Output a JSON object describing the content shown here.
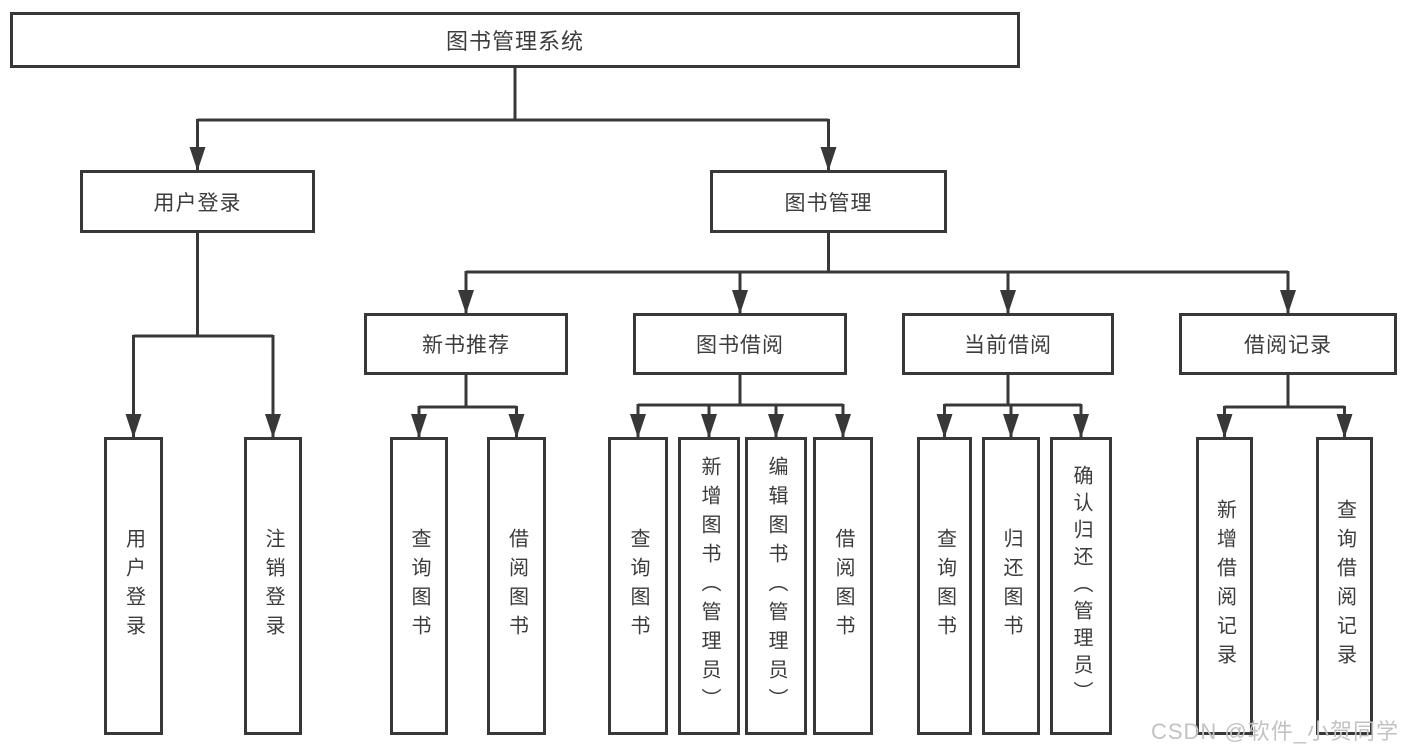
{
  "colors": {
    "background": "#ffffff",
    "line": "#383838",
    "box_border": "#383838",
    "text": "#3c3c3c",
    "watermark": "#c2c2c2"
  },
  "watermark": {
    "text": "CSDN @软件_小贺同学"
  },
  "tree": {
    "label": "图书管理系统",
    "children": [
      {
        "label": "用户登录",
        "children": [
          {
            "label": "用户登录"
          },
          {
            "label": "注销登录"
          }
        ]
      },
      {
        "label": "图书管理",
        "children": [
          {
            "label": "新书推荐",
            "children": [
              {
                "label": "查询图书"
              },
              {
                "label": "借阅图书"
              }
            ]
          },
          {
            "label": "图书借阅",
            "children": [
              {
                "label": "查询图书"
              },
              {
                "label": "新增图书（管理员）"
              },
              {
                "label": "编辑图书（管理员）"
              },
              {
                "label": "借阅图书"
              }
            ]
          },
          {
            "label": "当前借阅",
            "children": [
              {
                "label": "查询图书"
              },
              {
                "label": "归还图书"
              },
              {
                "label": "确认归还（管理员）"
              }
            ]
          },
          {
            "label": "借阅记录",
            "children": [
              {
                "label": "新增借阅记录"
              },
              {
                "label": "查询借阅记录"
              }
            ]
          }
        ]
      }
    ]
  }
}
